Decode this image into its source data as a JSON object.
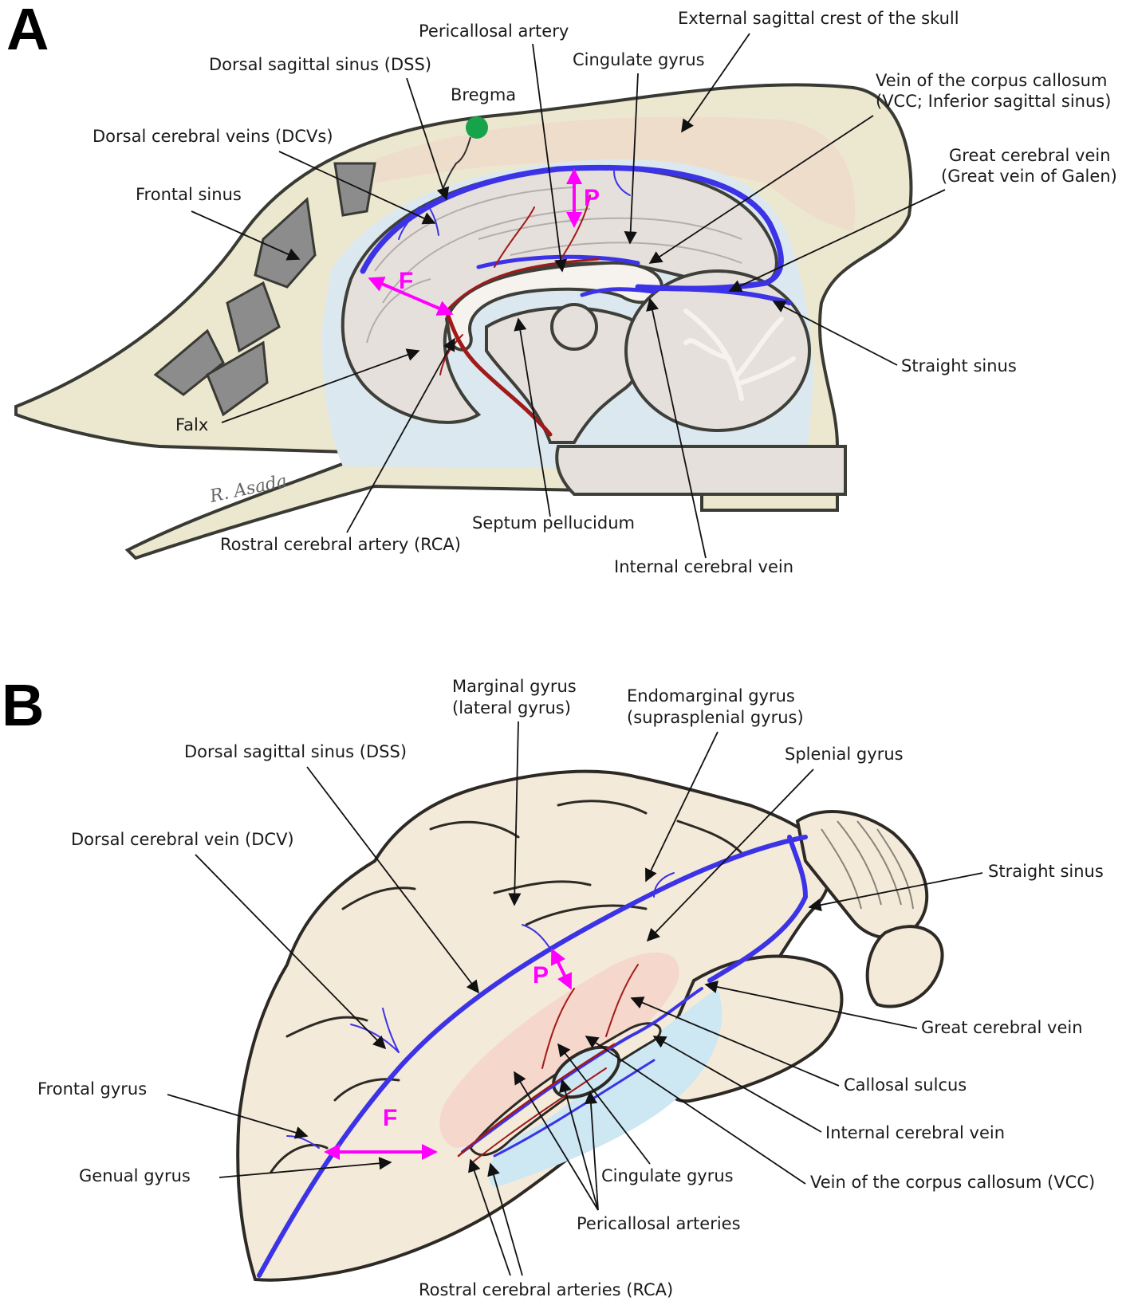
{
  "panel_a": {
    "letter": "A",
    "bregma_color": "#16a34a",
    "signature": "R. Asada",
    "labels": {
      "external_crest": "External sagittal crest of the skull",
      "pericallosal_artery": "Pericallosal artery",
      "cingulate_gyrus": "Cingulate gyrus",
      "dss": "Dorsal sagittal sinus (DSS)",
      "bregma": "Bregma",
      "vcc_line1": "Vein of the corpus callosum",
      "vcc_line2": "(VCC; Inferior sagittal sinus)",
      "dcvs": "Dorsal cerebral veins (DCVs)",
      "great_vein_line1": "Great cerebral vein",
      "great_vein_line2": "(Great vein of Galen)",
      "frontal_sinus": "Frontal sinus",
      "straight_sinus": "Straight sinus",
      "falx": "Falx",
      "septum": "Septum pellucidum",
      "rca": "Rostral cerebral artery (RCA)",
      "internal_vein": "Internal cerebral vein",
      "marker_p": "P",
      "marker_f": "F"
    }
  },
  "panel_b": {
    "letter": "B",
    "labels": {
      "marginal_line1": "Marginal gyrus",
      "marginal_line2": "(lateral gyrus)",
      "endomarginal_line1": "Endomarginal gyrus",
      "endomarginal_line2": "(suprasplenial gyrus)",
      "dss": "Dorsal sagittal sinus (DSS)",
      "splenial": "Splenial gyrus",
      "dcv": "Dorsal cerebral vein (DCV)",
      "straight_sinus": "Straight sinus",
      "great_vein": "Great cerebral vein",
      "callosal_sulcus": "Callosal sulcus",
      "frontal_gyrus": "Frontal gyrus",
      "internal_vein": "Internal cerebral vein",
      "genual_gyrus": "Genual gyrus",
      "cingulate_gyrus": "Cingulate gyrus",
      "vcc": "Vein of the corpus callosum (VCC)",
      "pericallosal_arteries": "Pericallosal arteries",
      "rcas": "Rostral cerebral arteries (RCA)",
      "marker_p": "P",
      "marker_f": "F"
    }
  },
  "colors": {
    "vein": "#3c33e6",
    "artery": "#a11a1a",
    "marker": "#ff00ff",
    "bone": "#ece8d0",
    "csf": "#dbe8ef"
  }
}
